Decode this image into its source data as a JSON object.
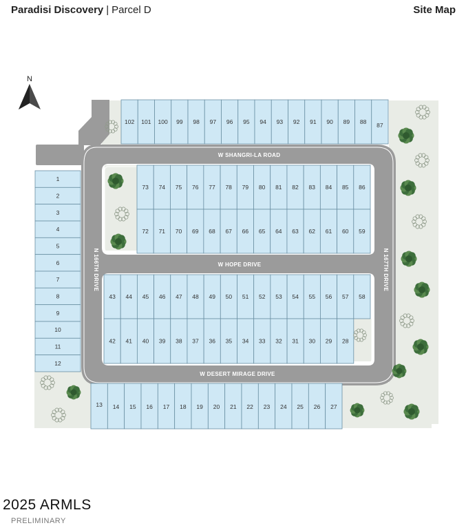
{
  "header": {
    "community": "Paradisi Discovery",
    "separator": "|",
    "parcel": "Parcel D",
    "right_label": "Site Map"
  },
  "compass": {
    "label": "N"
  },
  "roads": {
    "shangri_la": "W SHANGRI-LA ROAD",
    "hope": "W HOPE DRIVE",
    "desert_mirage": "W DESERT MIRAGE DRIVE",
    "n166": "N 166TH DRIVE",
    "n167": "N 167TH DRIVE"
  },
  "lots": {
    "top_row": [
      "102",
      "101",
      "100",
      "99",
      "98",
      "97",
      "96",
      "95",
      "94",
      "93",
      "92",
      "91",
      "90",
      "89",
      "88",
      "87"
    ],
    "left_column": [
      "1",
      "2",
      "3",
      "4",
      "5",
      "6",
      "7",
      "8",
      "9",
      "10",
      "11",
      "12"
    ],
    "upper_block_top": [
      "73",
      "74",
      "75",
      "76",
      "77",
      "78",
      "79",
      "80",
      "81",
      "82",
      "83",
      "84",
      "85",
      "86"
    ],
    "upper_block_bottom": [
      "72",
      "71",
      "70",
      "69",
      "68",
      "67",
      "66",
      "65",
      "64",
      "63",
      "62",
      "61",
      "60",
      "59"
    ],
    "lower_block_top": [
      "43",
      "44",
      "45",
      "46",
      "47",
      "48",
      "49",
      "50",
      "51",
      "52",
      "53",
      "54",
      "55",
      "56",
      "57",
      "58"
    ],
    "lower_block_bottom": [
      "42",
      "41",
      "40",
      "39",
      "38",
      "37",
      "36",
      "35",
      "34",
      "33",
      "32",
      "31",
      "30",
      "29",
      "28"
    ],
    "bottom_row": [
      "13",
      "14",
      "15",
      "16",
      "17",
      "18",
      "19",
      "20",
      "21",
      "22",
      "23",
      "24",
      "25",
      "26",
      "27"
    ]
  },
  "colors": {
    "lot_fill": "#cfe8f5",
    "lot_stroke": "#6a8fa3",
    "road": "#9b9b9b",
    "open_space": "#e9ece6",
    "tree": "#3d6e3c"
  },
  "footer": {
    "watermark": "2025 ARMLS",
    "status": "PRELIMINARY"
  }
}
